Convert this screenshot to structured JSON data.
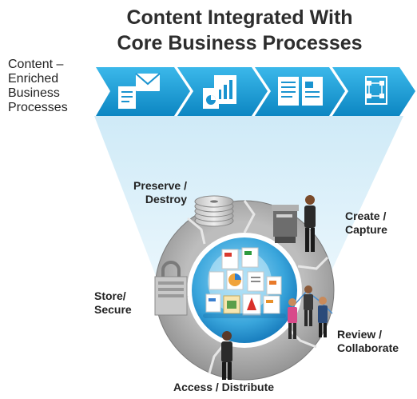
{
  "title": {
    "line1": "Content Integrated With",
    "line2": "Core Business Processes"
  },
  "left_label": {
    "line1": "Content –",
    "line2": "Enriched",
    "line3": "Business",
    "line4": "Processes"
  },
  "process_arrows": [
    {
      "icon": "email-document-icon"
    },
    {
      "icon": "chart-document-icon"
    },
    {
      "icon": "documents-icon"
    },
    {
      "icon": "shape-icon"
    }
  ],
  "stages": {
    "preserve": {
      "line1": "Preserve /",
      "line2": "Destroy"
    },
    "create": {
      "line1": "Create /",
      "line2": "Capture"
    },
    "store": {
      "line1": "Store/",
      "line2": "Secure"
    },
    "review": {
      "line1": "Review /",
      "line2": "Collaborate"
    },
    "access": {
      "line1": "Access / Distribute"
    }
  },
  "colors": {
    "arrow_blue": "#1ea3dc",
    "arrow_dark": "#0a7fb8",
    "funnel": "#d6eef8",
    "cycle_grey": "#9a9a9a",
    "core_blue": "#2a8fd0"
  }
}
